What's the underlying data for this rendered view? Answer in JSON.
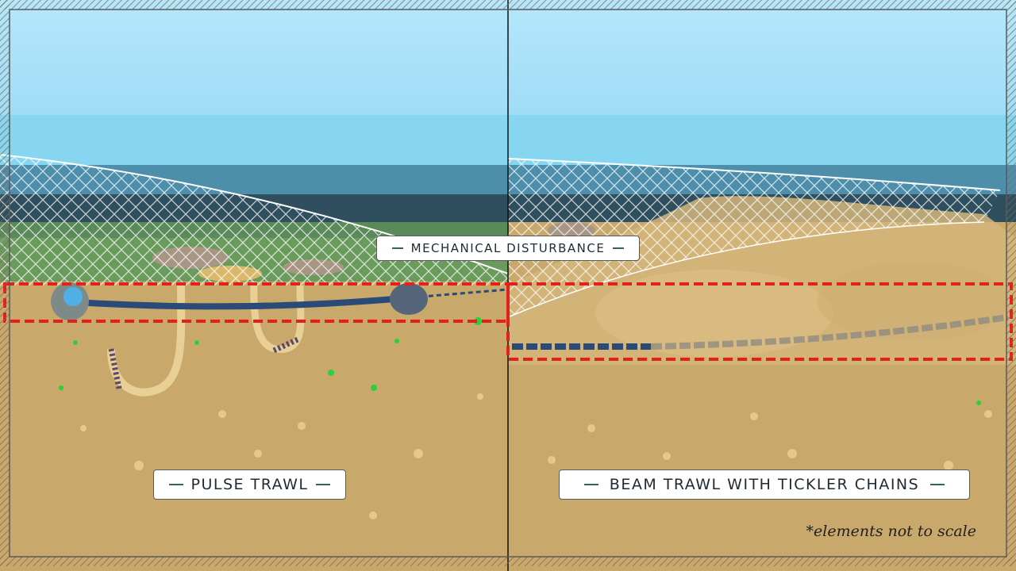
{
  "labels": {
    "mechanical_disturbance": "MECHANICAL DISTURBANCE",
    "pulse_trawl": "PULSE TRAWL",
    "beam_trawl": "BEAM TRAWL WITH TICKLER CHAINS"
  },
  "footnote": "*elements not to scale",
  "colors": {
    "sky_light": "#a7e3fa",
    "water_band": "#7fd3ef",
    "water_deep": "#3f5f6f",
    "seabed": "#c9a96b",
    "highlight_box": "#e3201b",
    "chain": "#2a4a78",
    "worm": "#e6c98a"
  },
  "icons": [
    "trawl-net-icon",
    "tickler-chain-icon",
    "electrode-cable-icon",
    "shoe-float-icon",
    "worm-icon",
    "stone-icon"
  ]
}
